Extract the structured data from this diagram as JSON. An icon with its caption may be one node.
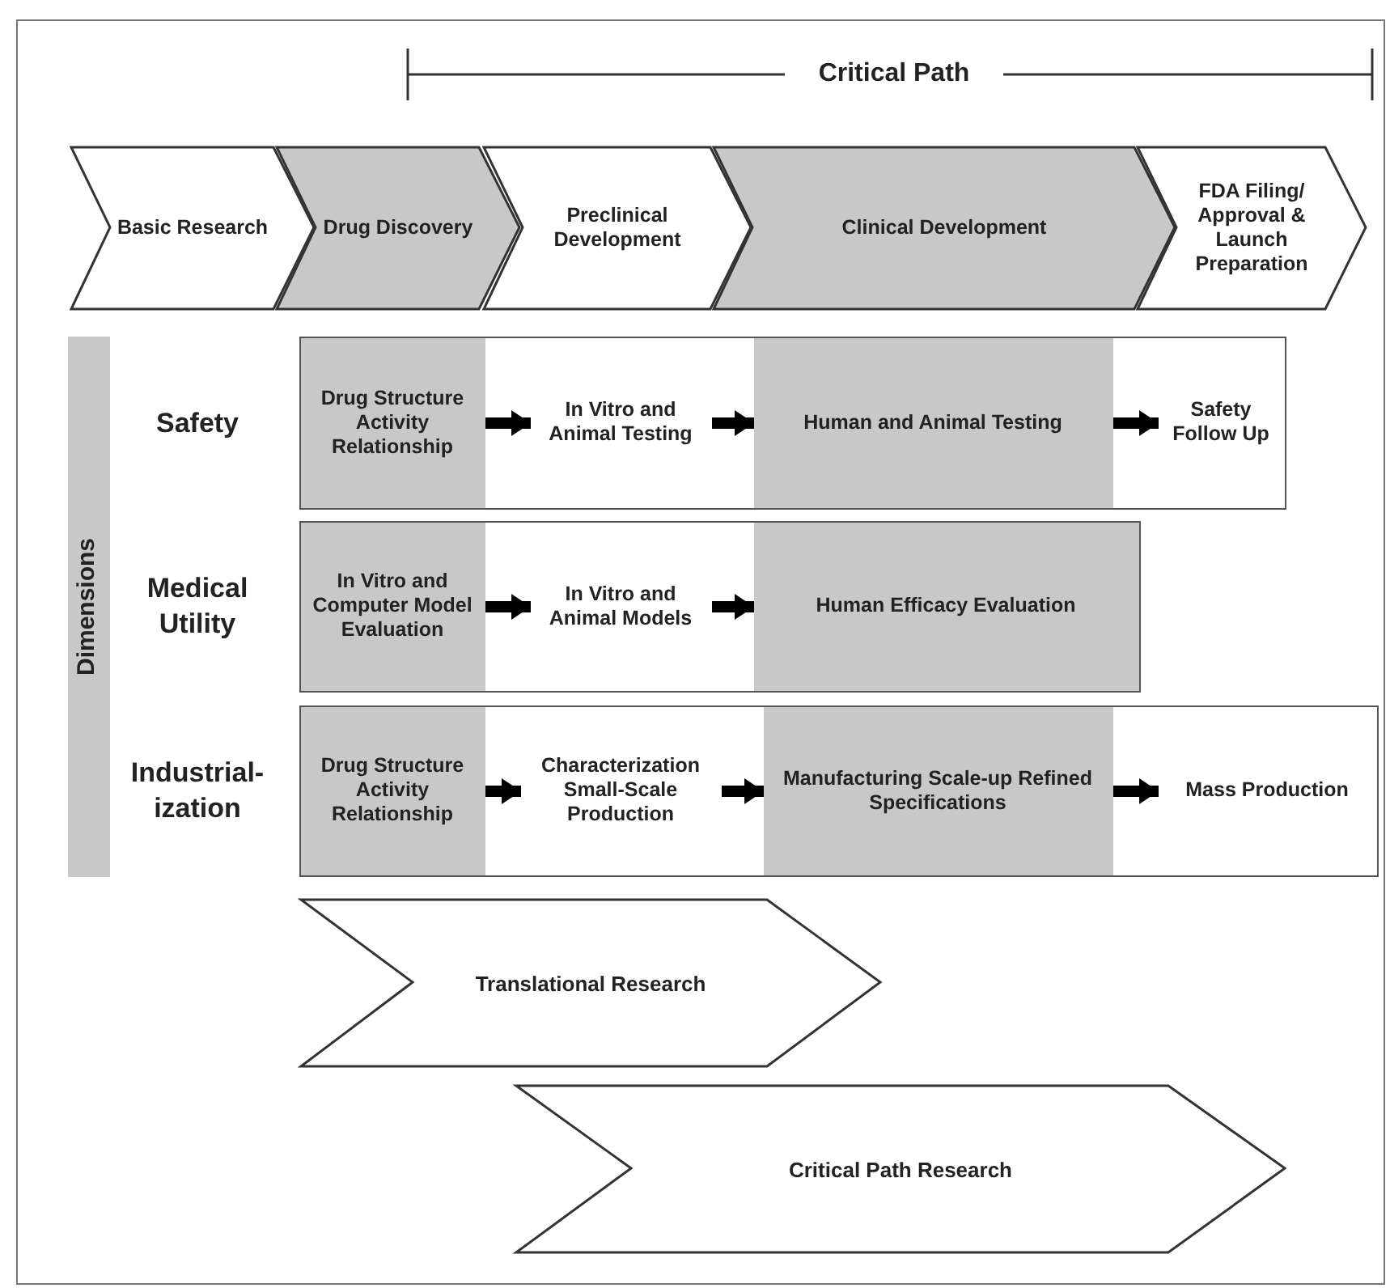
{
  "diagram": {
    "nodes": [
      {
        "text": [
          "Basic Research"
        ]
      },
      {
        "text": [
          "Drug Discovery"
        ]
      },
      {
        "text": [
          "Preclinical Development"
        ]
      },
      {
        "text": [
          "Clinical Development"
        ]
      },
      {
        "text": [
          "FDA Filing/ Approval & Launch Preparation"
        ]
      },
      {
        "text": [
          "Dimensions"
        ]
      },
      {
        "text": [
          "Safety"
        ]
      },
      {
        "text": [
          "Drug Structure Activity Relationship"
        ],
        "in": 6
      },
      {
        "text": [
          "In Vitro and Animal Testing"
        ],
        "in": 6
      },
      {
        "text": [
          "Human and Animal Testing"
        ],
        "in": 6
      },
      {
        "text": [
          "Safety Follow Up"
        ],
        "in": 6
      },
      {
        "text": [
          "Medical Utility"
        ]
      },
      {
        "text": [
          "In Vitro and Computer Model Evaluation"
        ],
        "in": 11
      },
      {
        "text": [
          "In Vitro and Animal Models"
        ],
        "in": 11
      },
      {
        "text": [
          "Human Efficacy Evaluation"
        ],
        "in": 11
      },
      {
        "text": [
          "Industrial- ization"
        ]
      },
      {
        "text": [
          "Drug Structure Activity Relationship"
        ],
        "in": 15
      },
      {
        "text": [
          "Characterization Small-Scale Production"
        ],
        "in": 15
      },
      {
        "text": [
          "Manufacturing Scale-up Refined Specifications"
        ],
        "in": 15
      },
      {
        "text": [
          "Mass Production"
        ],
        "in": 15
      },
      {
        "text": [
          "Translational Research"
        ]
      },
      {
        "text": [
          "Critical Path Research"
        ]
      }
    ],
    "edges": [
      {
        "from": 7,
        "to": 8,
        "arrow": "to"
      },
      {
        "from": 8,
        "to": 9,
        "arrow": "to"
      },
      {
        "from": 9,
        "to": 10,
        "arrow": "to"
      },
      {
        "from": 12,
        "to": 13,
        "arrow": "to"
      },
      {
        "from": 13,
        "to": 14,
        "arrow": "to"
      },
      {
        "from": 16,
        "to": 17,
        "arrow": "to"
      },
      {
        "from": 17,
        "to": 18,
        "arrow": "to"
      },
      {
        "from": 18,
        "to": 19,
        "arrow": "to"
      }
    ],
    "labels": [
      "Critical Path"
    ]
  }
}
